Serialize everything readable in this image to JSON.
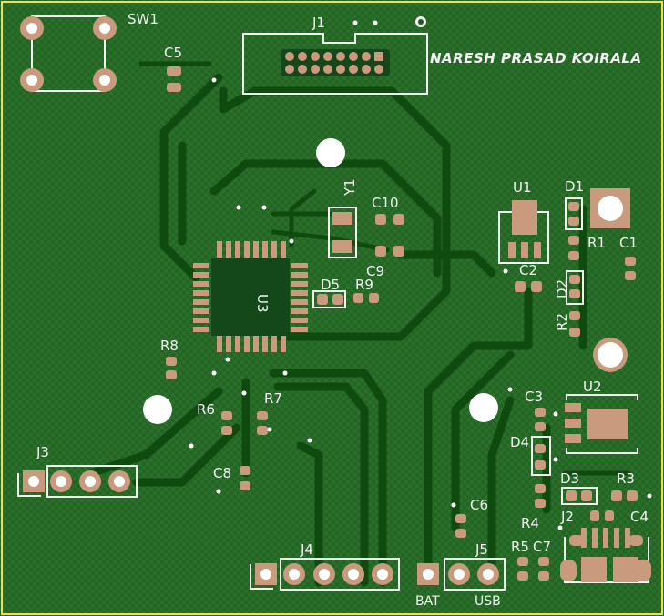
{
  "board": {
    "author": "NARESH PRASAD KOIRALA"
  },
  "components": {
    "sw1": "SW1",
    "j1": "J1",
    "c5": "C5",
    "y1": "Y1",
    "c10": "C10",
    "c9": "C9",
    "u3": "U3",
    "d5": "D5",
    "r9": "R9",
    "u1": "U1",
    "d1": "D1",
    "r1": "R1",
    "c1": "C1",
    "c2": "C2",
    "d2": "D2",
    "r2": "R2",
    "r8": "R8",
    "r6": "R6",
    "r7": "R7",
    "c3": "C3",
    "u2": "U2",
    "d4": "D4",
    "j3": "J3",
    "c8": "C8",
    "d3": "D3",
    "r3": "R3",
    "c6": "C6",
    "r4": "R4",
    "j2": "J2",
    "c4": "C4",
    "j4": "J4",
    "j5": "J5",
    "r5": "R5",
    "c7": "C7",
    "bat": "BAT",
    "usb": "USB"
  },
  "colors": {
    "board": "#1f5a1f",
    "copper_trace": "#0f4a0f",
    "pad": "#c99a7e",
    "silkscreen": "#f2f2f2",
    "hole": "#ffffff"
  }
}
